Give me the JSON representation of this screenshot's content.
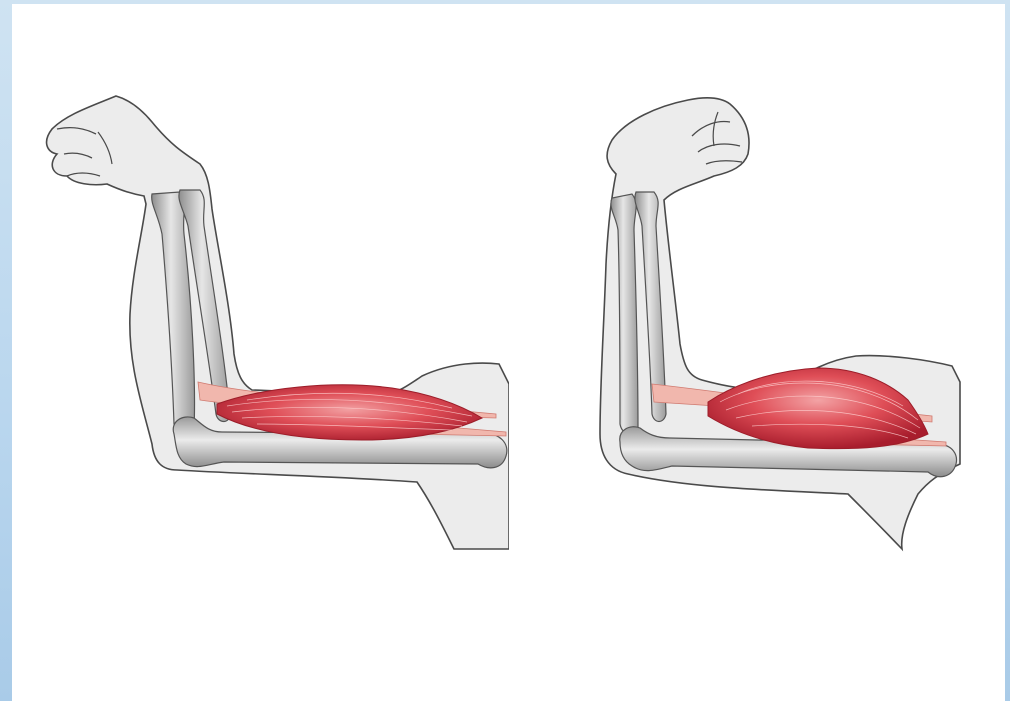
{
  "scene": {
    "background_color": "#c2dbef",
    "panel_color": "#ffffff",
    "skin_color": "#ececec",
    "outline_color": "#4a4a4a",
    "bone_color": "#c7c7c7",
    "muscle_color": "#d94452",
    "tendon_color": "#f1b7ad"
  },
  "illustrations": [
    {
      "name": "arm-extended",
      "state": "relaxed"
    },
    {
      "name": "arm-flexed",
      "state": "contracted"
    }
  ]
}
